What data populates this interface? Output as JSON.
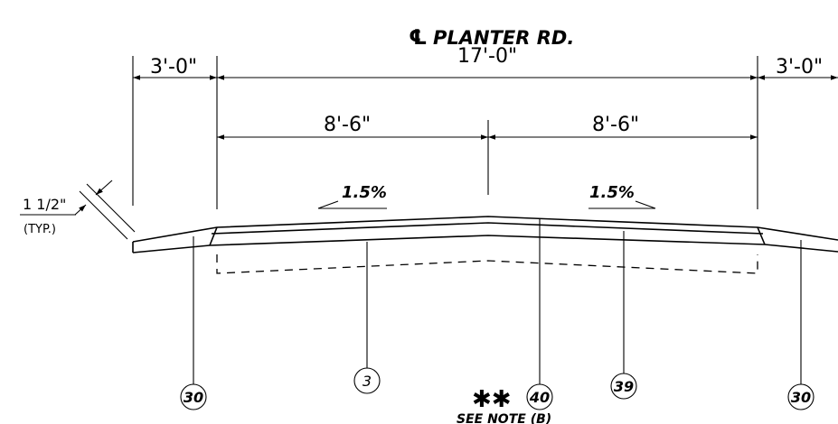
{
  "title": "PLANTER RD.",
  "centerline_symbol": "℄",
  "dimensions": {
    "left_shoulder": "3'-0\"",
    "overall": "17'-0\"",
    "right_shoulder": "3'-0\"",
    "left_half": "8'-6\"",
    "right_half": "8'-6\""
  },
  "slopes": {
    "left": "1.5%",
    "right": "1.5%"
  },
  "thickness": {
    "value": "1 1/2\"",
    "note": "(TYP.)"
  },
  "callouts": {
    "left_edge": "30",
    "base": "3",
    "center": "40",
    "right_surface": "39",
    "right_edge": "30"
  },
  "special": {
    "asterisks": "✱✱",
    "note": "SEE NOTE (B)"
  }
}
